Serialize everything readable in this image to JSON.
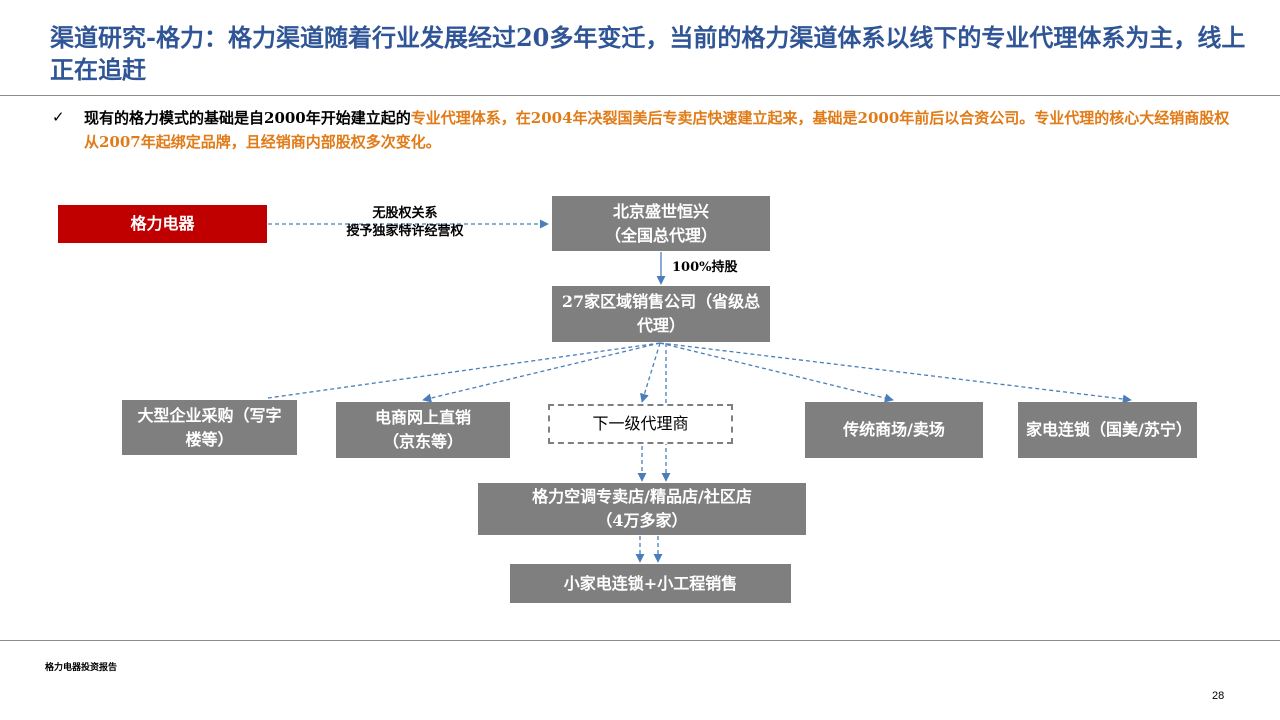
{
  "header": {
    "title": "渠道研究-格力：格力渠道随着行业发展经过20多年变迁，当前的格力渠道体系以线下的专业代理体系为主，线上正在追赶"
  },
  "summary": {
    "bullet": "✓",
    "part1": "现有的格力模式的基础是自2000年开始建立起的",
    "part2": "专业代理体系，在2004年决裂国美后专卖店快速建立起来，基础是2000年前后以合资公司。专业代理的核心大经销商股权从2007年起绑定品牌，且经销商内部股权多次变化。"
  },
  "diagram": {
    "nodes": {
      "gree": "格力电器",
      "beijing": "北京盛世恒兴\n（全国总代理）",
      "regional": "27家区域销售公司（省级总代理）",
      "enterprise": "大型企业采购（写字楼等）",
      "ecommerce": "电商网上直销\n（京东等）",
      "sub_agent": "下一级代理商",
      "traditional": "传统商场/卖场",
      "chain": "家电连锁（国美/苏宁）",
      "stores": "格力空调专卖店/精品店/社区店\n（4万多家）",
      "small": "小家电连锁+小工程销售"
    },
    "edges": {
      "gree_beijing": "无股权关系\n授予独家特许经营权",
      "beijing_regional": "100%持股"
    },
    "colors": {
      "node_gray": "#7f7f7f",
      "node_red": "#c00000",
      "arrow": "#4a7ebb"
    }
  },
  "footer": {
    "source": "格力电器投资报告",
    "page": "28"
  }
}
